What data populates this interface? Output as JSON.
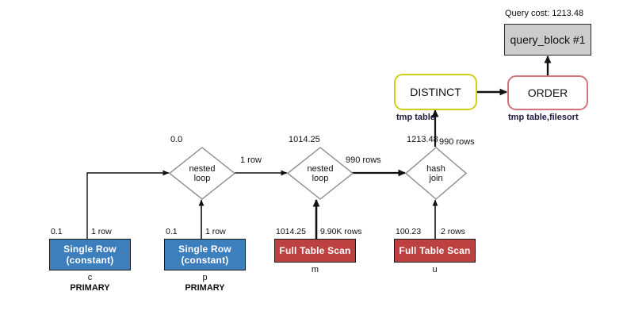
{
  "diagram": {
    "title_cost": "Query cost: 1213.48",
    "query_block": "query_block #1",
    "operations": {
      "distinct": "DISTINCT",
      "distinct_note": "tmp table",
      "order": "ORDER",
      "order_note": "tmp table,filesort"
    },
    "joins": [
      {
        "name": "nested-loop-1",
        "line1": "nested",
        "line2": "loop",
        "cost": "0.0",
        "out_rows": "1 row"
      },
      {
        "name": "nested-loop-2",
        "line1": "nested",
        "line2": "loop",
        "cost": "1014.25",
        "out_rows": "990 rows"
      },
      {
        "name": "hash-join",
        "line1": "hash",
        "line2": "join",
        "cost": "1213.48",
        "out_rows": "990 rows"
      }
    ],
    "tables": [
      {
        "access": "Single Row",
        "access2": "(constant)",
        "cost": "0.1",
        "rows": "1 row",
        "alias": "c",
        "index": "PRIMARY",
        "color": "#3d7ebc"
      },
      {
        "access": "Single Row",
        "access2": "(constant)",
        "cost": "0.1",
        "rows": "1 row",
        "alias": "p",
        "index": "PRIMARY",
        "color": "#3d7ebc"
      },
      {
        "access": "Full Table Scan",
        "access2": "",
        "cost": "1014.25",
        "rows": "9.90K rows",
        "alias": "m",
        "index": "",
        "color": "#be4141"
      },
      {
        "access": "Full Table Scan",
        "access2": "",
        "cost": "100.23",
        "rows": "2 rows",
        "alias": "u",
        "index": "",
        "color": "#be4141"
      }
    ],
    "colors": {
      "blue_box": "#3d7ebc",
      "red_box": "#be4141",
      "query_block_fill": "#cccccc",
      "distinct_border": "#cfcf18",
      "order_border": "#d4737e",
      "diamond_stroke": "#8c8c8c",
      "wire": "#111111"
    }
  }
}
